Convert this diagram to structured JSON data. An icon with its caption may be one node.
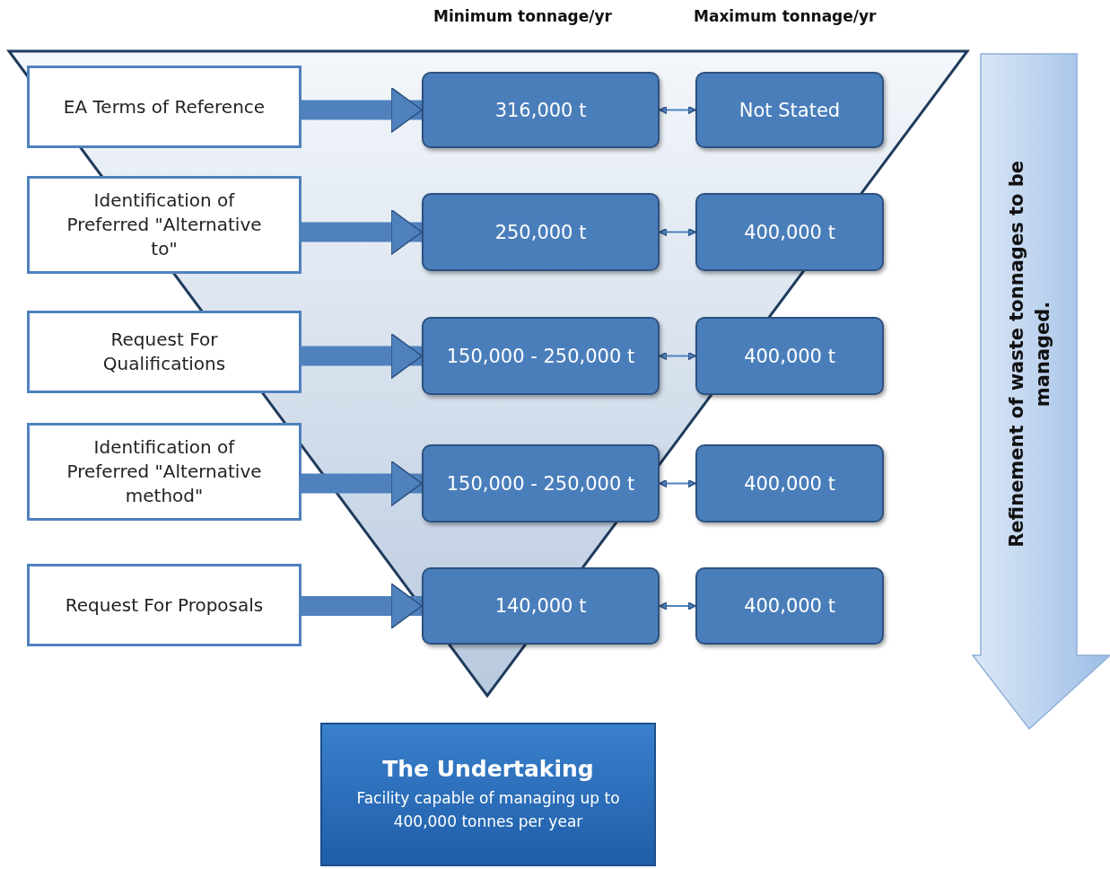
{
  "diagram": {
    "nodes": [
      {
        "text": [
          "EA Terms of Reference"
        ]
      },
      {
        "text": [
          "316,000 t"
        ]
      },
      {
        "text": [
          "Not Stated"
        ]
      },
      {
        "text": [
          "Identification of Preferred \"Alternative to\""
        ]
      },
      {
        "text": [
          "250,000 t"
        ]
      },
      {
        "text": [
          "400,000 t"
        ]
      },
      {
        "text": [
          "Request For Qualifications"
        ]
      },
      {
        "text": [
          "150,000 - 250,000 t"
        ]
      },
      {
        "text": [
          "400,000 t"
        ]
      },
      {
        "text": [
          "Identification of Preferred \"Alternative method\""
        ]
      },
      {
        "text": [
          "150,000 - 250,000 t"
        ]
      },
      {
        "text": [
          "400,000 t"
        ]
      },
      {
        "text": [
          "Request For Proposals"
        ]
      },
      {
        "text": [
          "140,000 t"
        ]
      },
      {
        "text": [
          "400,000 t"
        ]
      },
      {
        "text": [
          "The Undertaking",
          "Facility capable of managing up to 400,000 tonnes per year"
        ]
      },
      {
        "text": [
          "Refinement of waste tonnages to be managed."
        ]
      }
    ],
    "edges": [
      {
        "from": 0,
        "to": 1,
        "arrow": "to",
        "style": "thick"
      },
      {
        "from": 1,
        "to": 2,
        "arrow": "both"
      },
      {
        "from": 3,
        "to": 4,
        "arrow": "to",
        "style": "thick"
      },
      {
        "from": 4,
        "to": 5,
        "arrow": "both"
      },
      {
        "from": 6,
        "to": 7,
        "arrow": "to",
        "style": "thick"
      },
      {
        "from": 7,
        "to": 8,
        "arrow": "both"
      },
      {
        "from": 9,
        "to": 10,
        "arrow": "to",
        "style": "thick"
      },
      {
        "from": 10,
        "to": 11,
        "arrow": "both"
      },
      {
        "from": 12,
        "to": 13,
        "arrow": "to",
        "style": "thick"
      },
      {
        "from": 13,
        "to": 14,
        "arrow": "both"
      }
    ],
    "labels": [
      "Minimum tonnage/yr",
      "Maximum tonnage/yr"
    ]
  }
}
